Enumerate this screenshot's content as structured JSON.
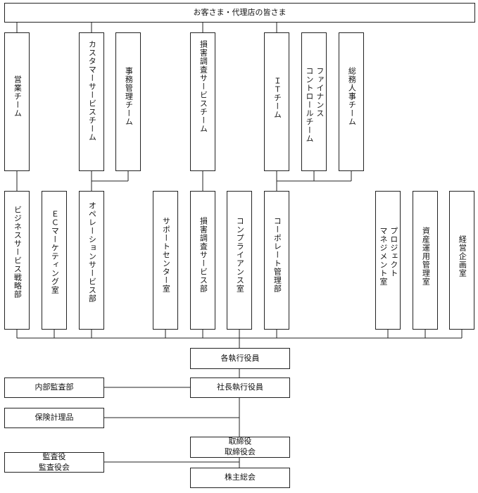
{
  "customers": "お客さま・代理店の皆さま",
  "teams": {
    "eigyo": "営業チーム",
    "customer_service": "カスタマーサービスチーム",
    "jimu": "事務管理チーム",
    "songai_service_team": "損害調査サービスチーム",
    "it": "ＩＴチーム",
    "finance_control": "ファイナンス\nコントロールチーム",
    "soumu": "総務人事チーム"
  },
  "departments": {
    "business_strategy": "ビジネスサービス戦略部",
    "ec_marketing": "ＥＣマーケティング室",
    "operation_service": "オペレーションサービス部",
    "support_center": "サポートセンター室",
    "songai_service": "損害調査サービス部",
    "compliance": "コンプライアンス室",
    "corporate_mgmt": "コーポレート管理部",
    "project_mgmt": "プロジェクト\nマネジメント室",
    "asset_mgmt": "資産運用管理室",
    "management_planning": "経営企画室"
  },
  "governance": {
    "executives": "各執行役員",
    "president": "社長執行役員",
    "internal_audit": "内部監査部",
    "actuary": "保険計理品",
    "board": "取締役\n取締役会",
    "auditors": "監査役\n監査役会",
    "shareholders": "株主総会"
  }
}
